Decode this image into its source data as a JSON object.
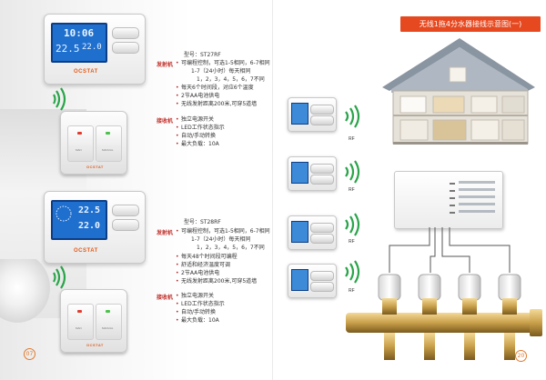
{
  "title": "无线1拖4分水器接线示意图(一)",
  "brand": "OCSTAT",
  "page_left": "07",
  "page_right": "20",
  "product1": {
    "model_line": "型号：ST27RF",
    "transmitter_label": "发射机",
    "transmitter_features": [
      "可编程控制，可选1-5相同，6-7相同",
      "1-7（24小时）每天相同",
      "1，2，3，4，5，6，7不同",
      "每天6个时间段，对应6个温度",
      "2节AA电池供电",
      "无线发射距离200米,可穿5道墙"
    ],
    "receiver_label": "接收机",
    "receiver_features": [
      "独立电源开关",
      "LED工作状态指示",
      "自动/手动转换",
      "最大负载：10A"
    ],
    "lcd_time": "10:06",
    "lcd_temp1": "22.5",
    "lcd_temp2": "22.0"
  },
  "product2": {
    "model_line": "型号：ST28RF",
    "transmitter_label": "发射机",
    "transmitter_features": [
      "可编程控制，可选1-5相同，6-7相同",
      "1-7（24小时）每天相同",
      "1，2，3，4，5，6，7不同",
      "每天48个时间段可编程",
      "舒适和经济温度可调",
      "2节AA电池供电",
      "无线发射距离200米,可穿5道墙"
    ],
    "receiver_label": "接收机",
    "receiver_features": [
      "独立电源开关",
      "LED工作状态指示",
      "自动/手动转换",
      "最大负载：10A"
    ],
    "lcd_temp1": "22.5",
    "lcd_temp2": "22.0"
  },
  "receiver_button_labels": [
    "MAN",
    "MANUAL"
  ],
  "rf_label": "RF",
  "colors": {
    "accent": "#e6481f",
    "lcd_blue": "#1f6fcf",
    "text_red": "#c0302b",
    "brass": "#c9a04a"
  }
}
